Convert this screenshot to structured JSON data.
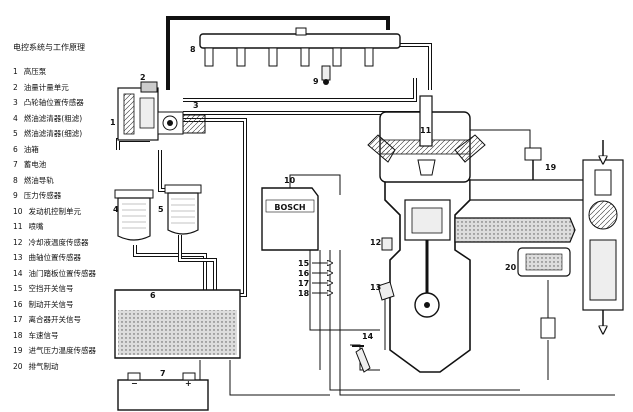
{
  "title": "电控系统与工作原理",
  "legend": [
    {
      "num": "1",
      "text": "高压泵"
    },
    {
      "num": "2",
      "text": "油量计量单元"
    },
    {
      "num": "3",
      "text": "凸轮轴位置传感器"
    },
    {
      "num": "4",
      "text": "燃油滤清器(粗滤)"
    },
    {
      "num": "5",
      "text": "燃油滤清器(细滤)"
    },
    {
      "num": "6",
      "text": "油箱"
    },
    {
      "num": "7",
      "text": "蓄电池"
    },
    {
      "num": "8",
      "text": "燃油导轨"
    },
    {
      "num": "9",
      "text": "压力传感器"
    },
    {
      "num": "10",
      "text": "发动机控制单元"
    },
    {
      "num": "11",
      "text": "喷嘴"
    },
    {
      "num": "12",
      "text": "冷却液温度传感器"
    },
    {
      "num": "13",
      "text": "曲轴位置传感器"
    },
    {
      "num": "14",
      "text": "油门踏板位置传感器"
    },
    {
      "num": "15",
      "text": "空挡开关信号"
    },
    {
      "num": "16",
      "text": "制动开关信号"
    },
    {
      "num": "17",
      "text": "离合器开关信号"
    },
    {
      "num": "18",
      "text": "车速信号"
    },
    {
      "num": "19",
      "text": "进气压力温度传感器"
    },
    {
      "num": "20",
      "text": "排气制动"
    }
  ],
  "ecu_brand": "BOSCH",
  "battery_minus": "−",
  "battery_plus": "+",
  "callouts": {
    "c1": "1",
    "c2": "2",
    "c3": "3",
    "c4": "4",
    "c5": "5",
    "c6": "6",
    "c7": "7",
    "c8": "8",
    "c9": "9",
    "c10": "10",
    "c11": "11",
    "c12": "12",
    "c13": "13",
    "c14": "14",
    "c15": "15",
    "c16": "16",
    "c17": "17",
    "c18": "18",
    "c19": "19",
    "c20": "20"
  }
}
